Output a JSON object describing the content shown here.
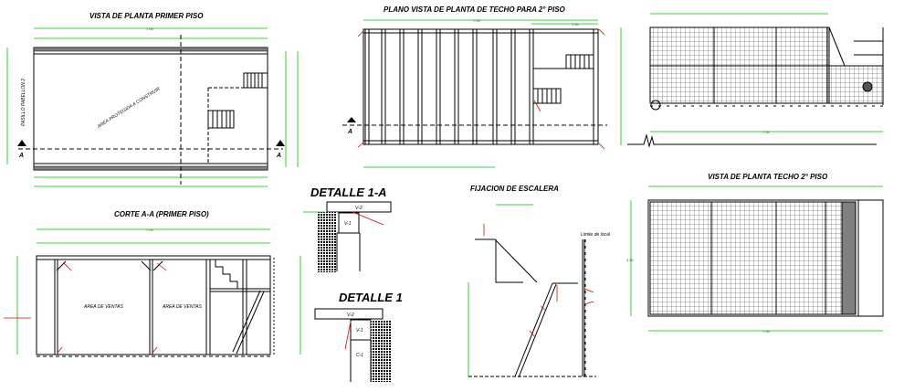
{
  "drawings": {
    "plan_first_floor": {
      "title": "VISTA DE PLANTA PRIMER PISO",
      "area_label": "AREA PROTEGIDA A CONSTRUIR",
      "side_label": "PASILLO PABELLON 2",
      "section_mark": "A",
      "total_dim": "7.00"
    },
    "roof_plan_2nd": {
      "title": "PLANO VISTA DE PLANTA DE TECHO PARA 2° PISO",
      "top_dim": "7.00",
      "right_dim": "1.95",
      "section_mark": "A"
    },
    "elevation": {
      "bottom_dim": "7.00"
    },
    "section_aa": {
      "title": "CORTE A-A (PRIMER PISO)",
      "total_dim": "7.00",
      "area_labels": [
        "AREA DE VENTAS",
        "AREA DE VENTAS"
      ]
    },
    "detail_1a": {
      "title": "DETALLE 1-A",
      "beam_top": "V-2",
      "beam": "V-1"
    },
    "detail_1": {
      "title": "DETALLE 1",
      "beam_top": "V-2",
      "beam": "V-1",
      "column": "C-1"
    },
    "stair_fixing": {
      "title": "FIJACION DE ESCALERA",
      "limit_label": "Limite de local"
    },
    "roof_plan_top": {
      "title": "VISTA DE PLANTA TECHO 2° PISO",
      "height_dim": "3.50",
      "width_dim": "7.00"
    }
  },
  "colors": {
    "lines": "#000000",
    "dimensions": "#00c000",
    "leaders": "#e00000",
    "fill_gray": "#808080"
  }
}
